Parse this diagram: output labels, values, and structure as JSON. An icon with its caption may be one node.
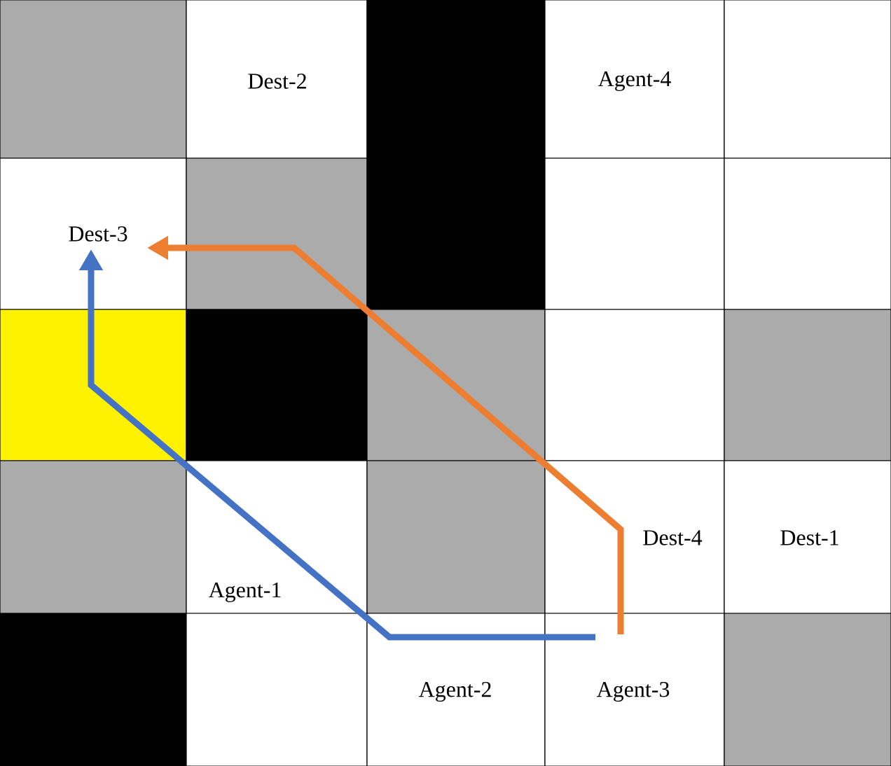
{
  "diagram": {
    "nodes": [
      {
        "text": [
          "Dest-2"
        ]
      },
      {
        "text": [
          "Agent-4"
        ]
      },
      {
        "text": [
          "Dest-3"
        ]
      },
      {
        "text": [
          "Dest-4"
        ]
      },
      {
        "text": [
          "Dest-1"
        ]
      },
      {
        "text": [
          "Agent-1"
        ]
      },
      {
        "text": [
          "Agent-2"
        ]
      },
      {
        "text": [
          "Agent-3"
        ]
      }
    ],
    "edges": [
      {
        "from": 7,
        "to": 2,
        "arrow": "to",
        "color": "#4472c4"
      },
      {
        "from": 7,
        "to": 2,
        "arrow": "to",
        "color": "#ed7d31"
      }
    ]
  }
}
